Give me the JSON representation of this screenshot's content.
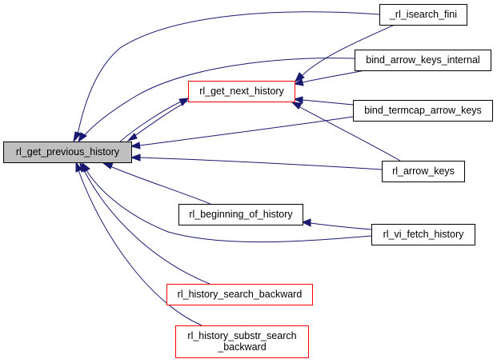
{
  "diagram": {
    "type": "call-graph",
    "title": "rl_get_previous_history caller graph",
    "colors": {
      "edge": "#191970",
      "focus_fill": "#bfbfbf",
      "normal_border": "#000000",
      "truncated_border": "#ff0000",
      "node_fill": "#ffffff"
    },
    "nodes": [
      {
        "id": "rl_get_previous_history",
        "label": [
          "rl_get_previous_history"
        ],
        "style": "focus"
      },
      {
        "id": "rl_get_next_history",
        "label": [
          "rl_get_next_history"
        ],
        "style": "truncated"
      },
      {
        "id": "_rl_isearch_fini",
        "label": [
          "_rl_isearch_fini"
        ],
        "style": "normal"
      },
      {
        "id": "bind_arrow_keys_internal",
        "label": [
          "bind_arrow_keys_internal"
        ],
        "style": "normal"
      },
      {
        "id": "bind_termcap_arrow_keys",
        "label": [
          "bind_termcap_arrow_keys"
        ],
        "style": "normal"
      },
      {
        "id": "rl_arrow_keys",
        "label": [
          "rl_arrow_keys"
        ],
        "style": "normal"
      },
      {
        "id": "rl_beginning_of_history",
        "label": [
          "rl_beginning_of_history"
        ],
        "style": "normal"
      },
      {
        "id": "rl_vi_fetch_history",
        "label": [
          "rl_vi_fetch_history"
        ],
        "style": "normal"
      },
      {
        "id": "rl_history_search_backward",
        "label": [
          "rl_history_search_backward"
        ],
        "style": "truncated"
      },
      {
        "id": "rl_history_substr_search_backward",
        "label": [
          "rl_history_substr_search",
          "_backward"
        ],
        "style": "truncated"
      }
    ],
    "edges": [
      {
        "from": "rl_get_next_history",
        "to": "rl_get_previous_history"
      },
      {
        "from": "_rl_isearch_fini",
        "to": "rl_get_previous_history"
      },
      {
        "from": "bind_arrow_keys_internal",
        "to": "rl_get_previous_history"
      },
      {
        "from": "bind_termcap_arrow_keys",
        "to": "rl_get_previous_history"
      },
      {
        "from": "rl_arrow_keys",
        "to": "rl_get_previous_history"
      },
      {
        "from": "rl_beginning_of_history",
        "to": "rl_get_previous_history"
      },
      {
        "from": "rl_vi_fetch_history",
        "to": "rl_get_previous_history"
      },
      {
        "from": "rl_history_search_backward",
        "to": "rl_get_previous_history"
      },
      {
        "from": "rl_history_substr_search_backward",
        "to": "rl_get_previous_history"
      },
      {
        "from": "rl_get_previous_history",
        "to": "rl_get_next_history"
      },
      {
        "from": "_rl_isearch_fini",
        "to": "rl_get_next_history"
      },
      {
        "from": "bind_arrow_keys_internal",
        "to": "rl_get_next_history"
      },
      {
        "from": "bind_termcap_arrow_keys",
        "to": "rl_get_next_history"
      },
      {
        "from": "rl_arrow_keys",
        "to": "rl_get_next_history"
      },
      {
        "from": "rl_vi_fetch_history",
        "to": "rl_beginning_of_history"
      }
    ]
  }
}
